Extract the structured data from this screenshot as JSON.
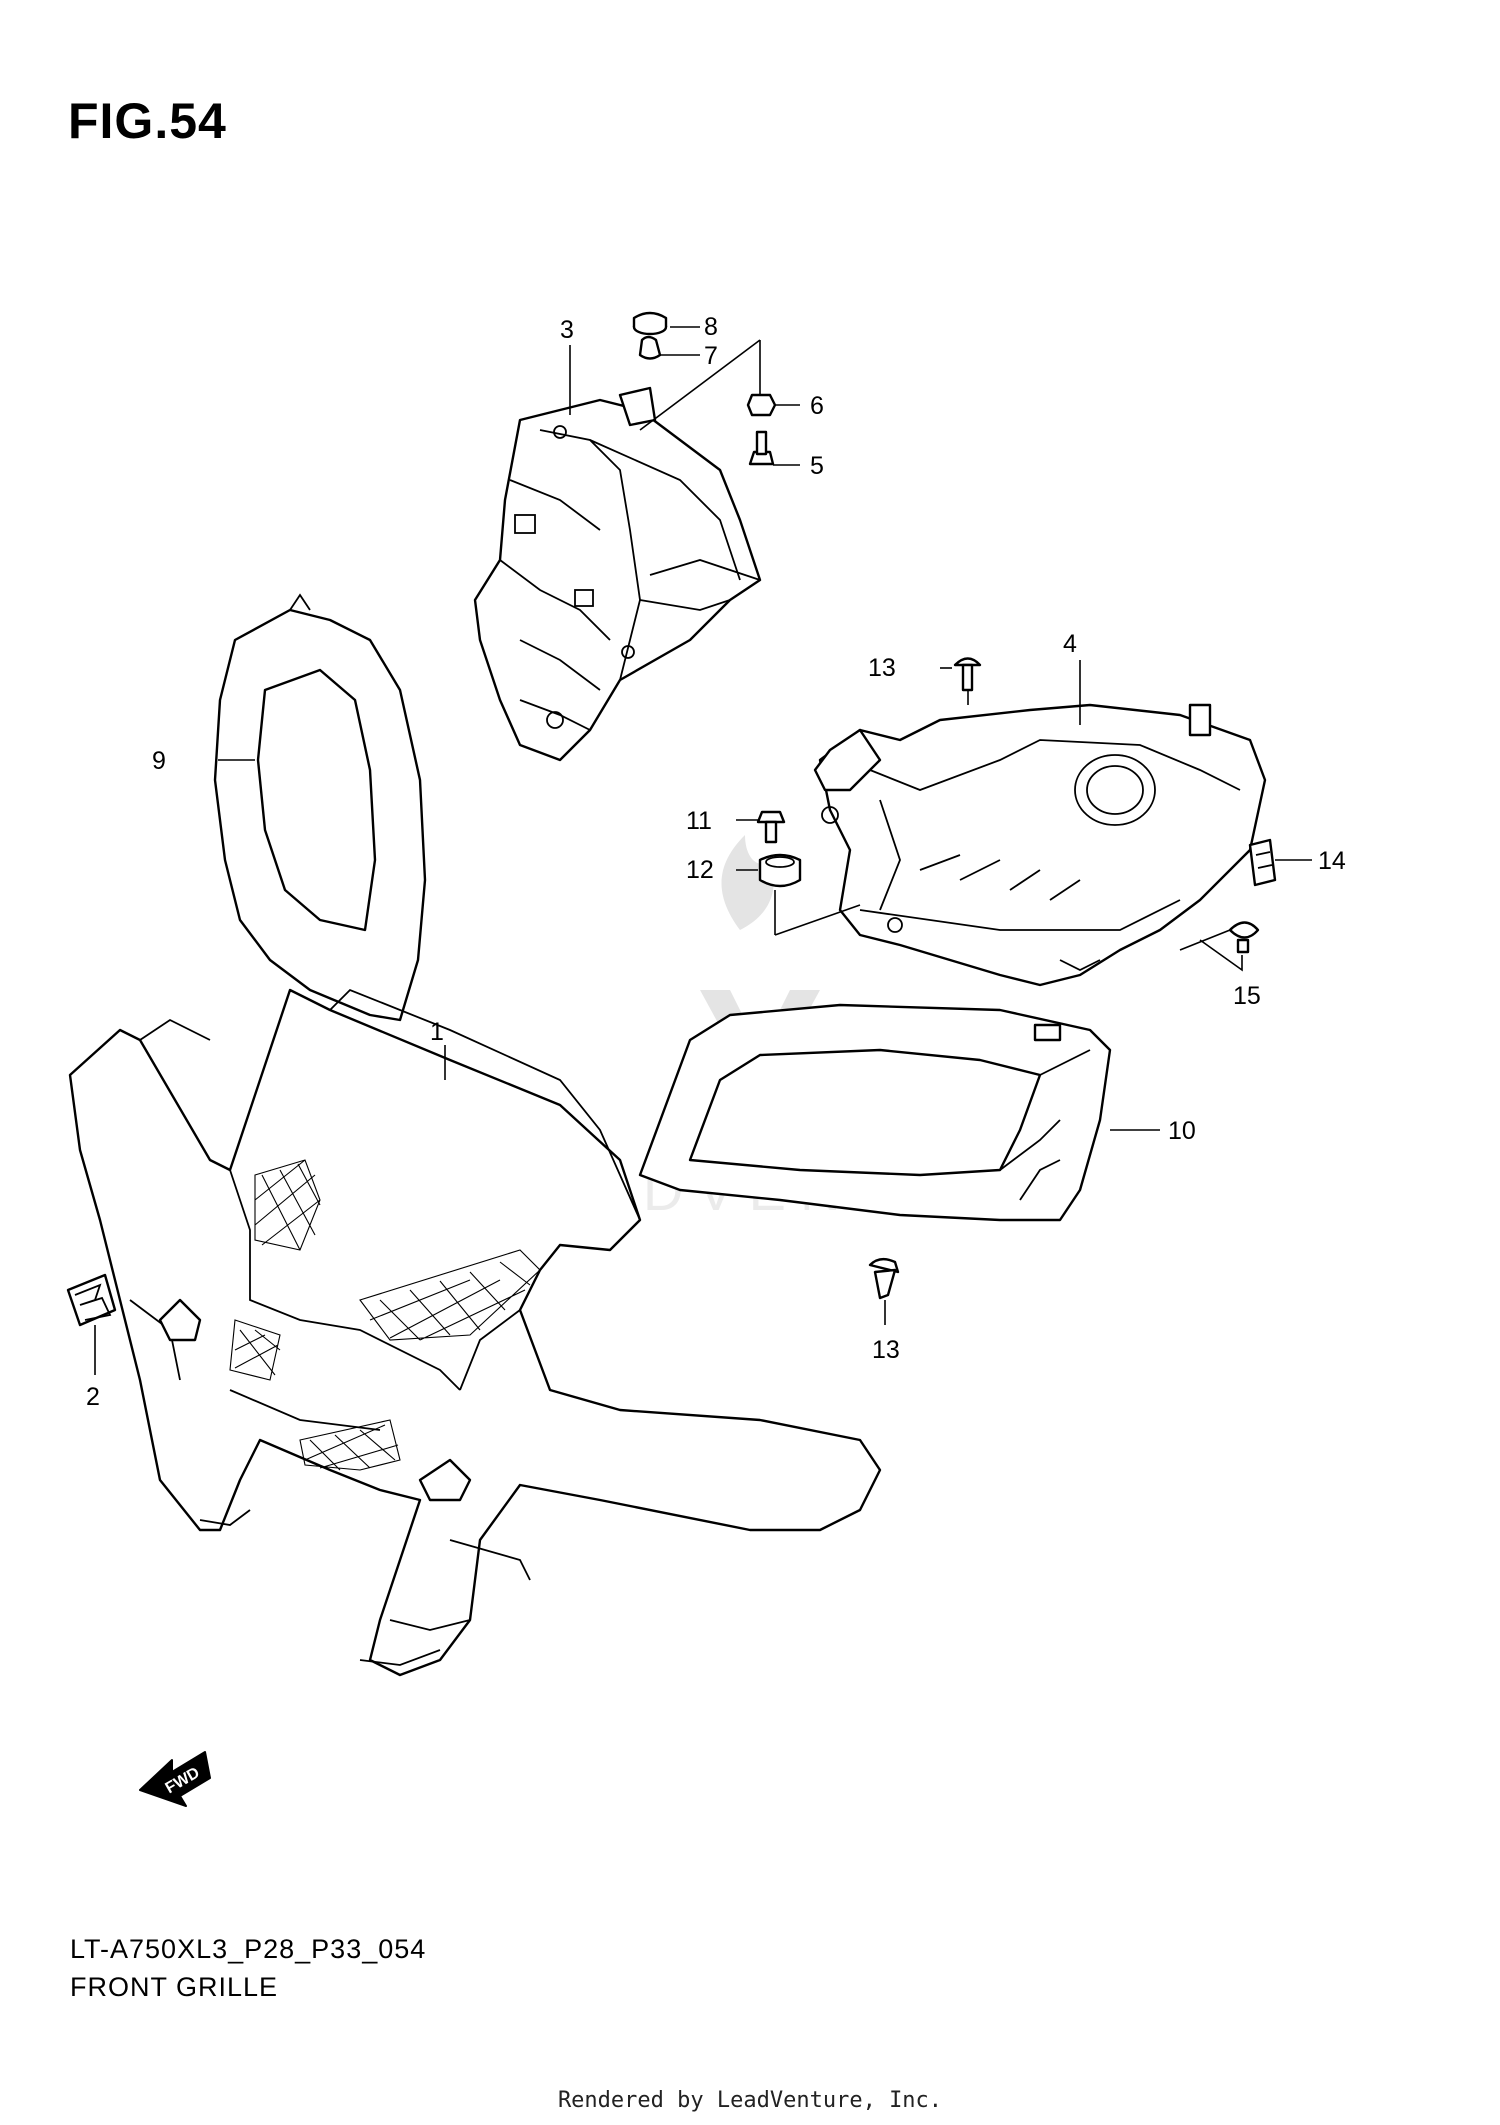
{
  "figure": {
    "title": "FIG.54",
    "code": "LT-A750XL3_P28_P33_054",
    "name": "FRONT GRILLE"
  },
  "callouts": [
    {
      "id": "c1",
      "label": "1"
    },
    {
      "id": "c2",
      "label": "2"
    },
    {
      "id": "c3",
      "label": "3"
    },
    {
      "id": "c4",
      "label": "4"
    },
    {
      "id": "c5",
      "label": "5"
    },
    {
      "id": "c6",
      "label": "6"
    },
    {
      "id": "c7",
      "label": "7"
    },
    {
      "id": "c8",
      "label": "8"
    },
    {
      "id": "c9",
      "label": "9"
    },
    {
      "id": "c10",
      "label": "10"
    },
    {
      "id": "c11",
      "label": "11"
    },
    {
      "id": "c12",
      "label": "12"
    },
    {
      "id": "c13a",
      "label": "13"
    },
    {
      "id": "c13b",
      "label": "13"
    },
    {
      "id": "c14",
      "label": "14"
    },
    {
      "id": "c15",
      "label": "15"
    }
  ],
  "direction_arrow": {
    "label": "FWD"
  },
  "watermark": {
    "text": "LEADVENTURE"
  },
  "footer": {
    "text": "Rendered by LeadVenture, Inc."
  }
}
